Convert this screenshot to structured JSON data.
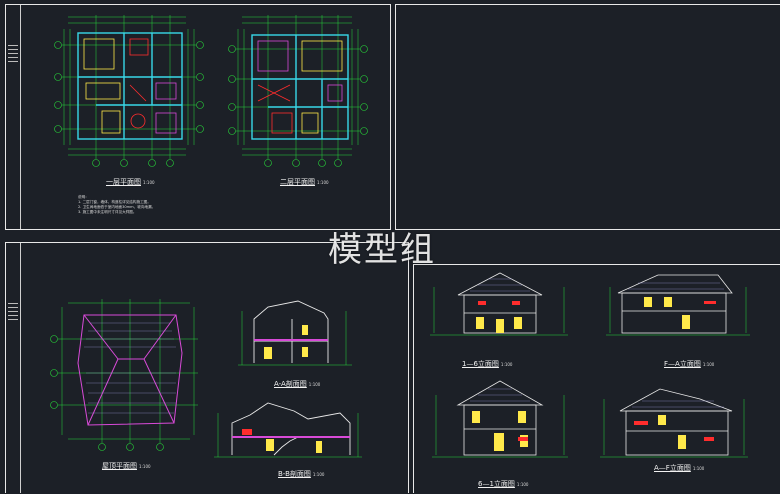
{
  "watermark": "模型组",
  "sheet1": {
    "plan1_title": "一层平面图",
    "plan1_scale": "1:100",
    "plan2_title": "二层平面图",
    "plan2_scale": "1:100",
    "notes": "说明：\n1. 二层门窗，墙体，构造柱详见结构施工图。\n2. 卫生间地面低于室内地面30mm，坡向地漏。\n3. 施工图中未注明尺寸详见大样图。"
  },
  "sheet2": {
    "roof_title": "屋顶平面图",
    "roof_scale": "1:100",
    "sectionA_title": "A-A剖面图",
    "sectionA_scale": "1:100",
    "sectionB_title": "B-B剖面图",
    "sectionB_scale": "1:100"
  },
  "sheet3": {
    "elev1_title": "1—6立面图",
    "elev1_scale": "1:100",
    "elev2_title": "F—A立面图",
    "elev2_scale": "1:100",
    "elev3_title": "6—1立面图",
    "elev3_scale": "1:100",
    "elev4_title": "A—F立面图",
    "elev4_scale": "1:100"
  },
  "colors": {
    "background": "#1c2027",
    "line_white": "#e8e8e8",
    "dim_green": "#27d83a",
    "wall_cyan": "#38d8e8",
    "accent_red": "#ff2d2d",
    "accent_yellow": "#ffe94a",
    "accent_magenta": "#d84ad8"
  }
}
